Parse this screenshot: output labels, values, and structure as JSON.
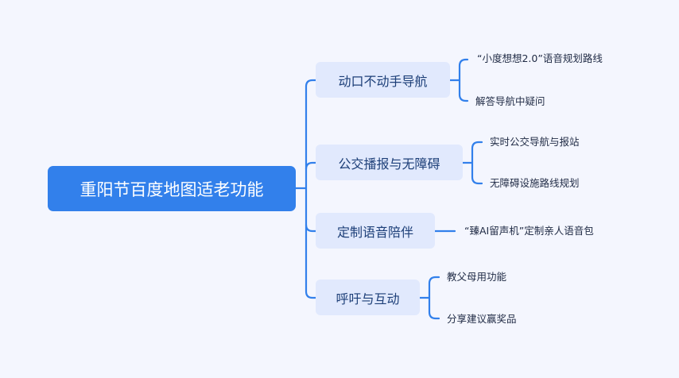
{
  "root": {
    "label": "重阳节百度地图适老功能"
  },
  "branches": [
    {
      "label": "动口不动手导航",
      "children": [
        "“小度想想2.0”语音规划路线",
        "解答导航中疑问"
      ]
    },
    {
      "label": "公交播报与无障碍",
      "children": [
        "实时公交导航与报站",
        "无障碍设施路线规划"
      ]
    },
    {
      "label": "定制语音陪伴",
      "children": [
        "“臻AI留声机”定制亲人语音包"
      ]
    },
    {
      "label": "呼吁与互动",
      "children": [
        "教父母用功能",
        "分享建议赢奖品"
      ]
    }
  ],
  "colors": {
    "background": "#f4f6fe",
    "root_fill": "#3280eb",
    "branch_fill": "#e1e9fd",
    "connector": "#3280eb"
  }
}
